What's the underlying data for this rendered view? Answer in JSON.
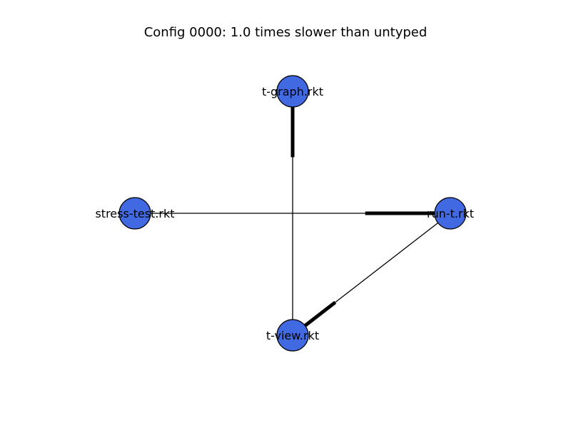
{
  "title": "Config 0000: 1.0 times slower than untyped",
  "colors": {
    "node_fill": "#4169e1",
    "node_stroke": "#000000",
    "edge": "#000000"
  },
  "nodes": [
    {
      "id": "t-graph",
      "label": "t-graph.rkt"
    },
    {
      "id": "stress-test",
      "label": "stress-test.rkt"
    },
    {
      "id": "run-t",
      "label": "run-t.rkt"
    },
    {
      "id": "t-view",
      "label": "t-view.rkt"
    }
  ],
  "edges": [
    {
      "from": "t-graph",
      "to": "t-view",
      "thick_end": "t-graph"
    },
    {
      "from": "stress-test",
      "to": "run-t",
      "thick_end": "run-t"
    },
    {
      "from": "run-t",
      "to": "t-view",
      "thick_end": "t-view"
    }
  ]
}
